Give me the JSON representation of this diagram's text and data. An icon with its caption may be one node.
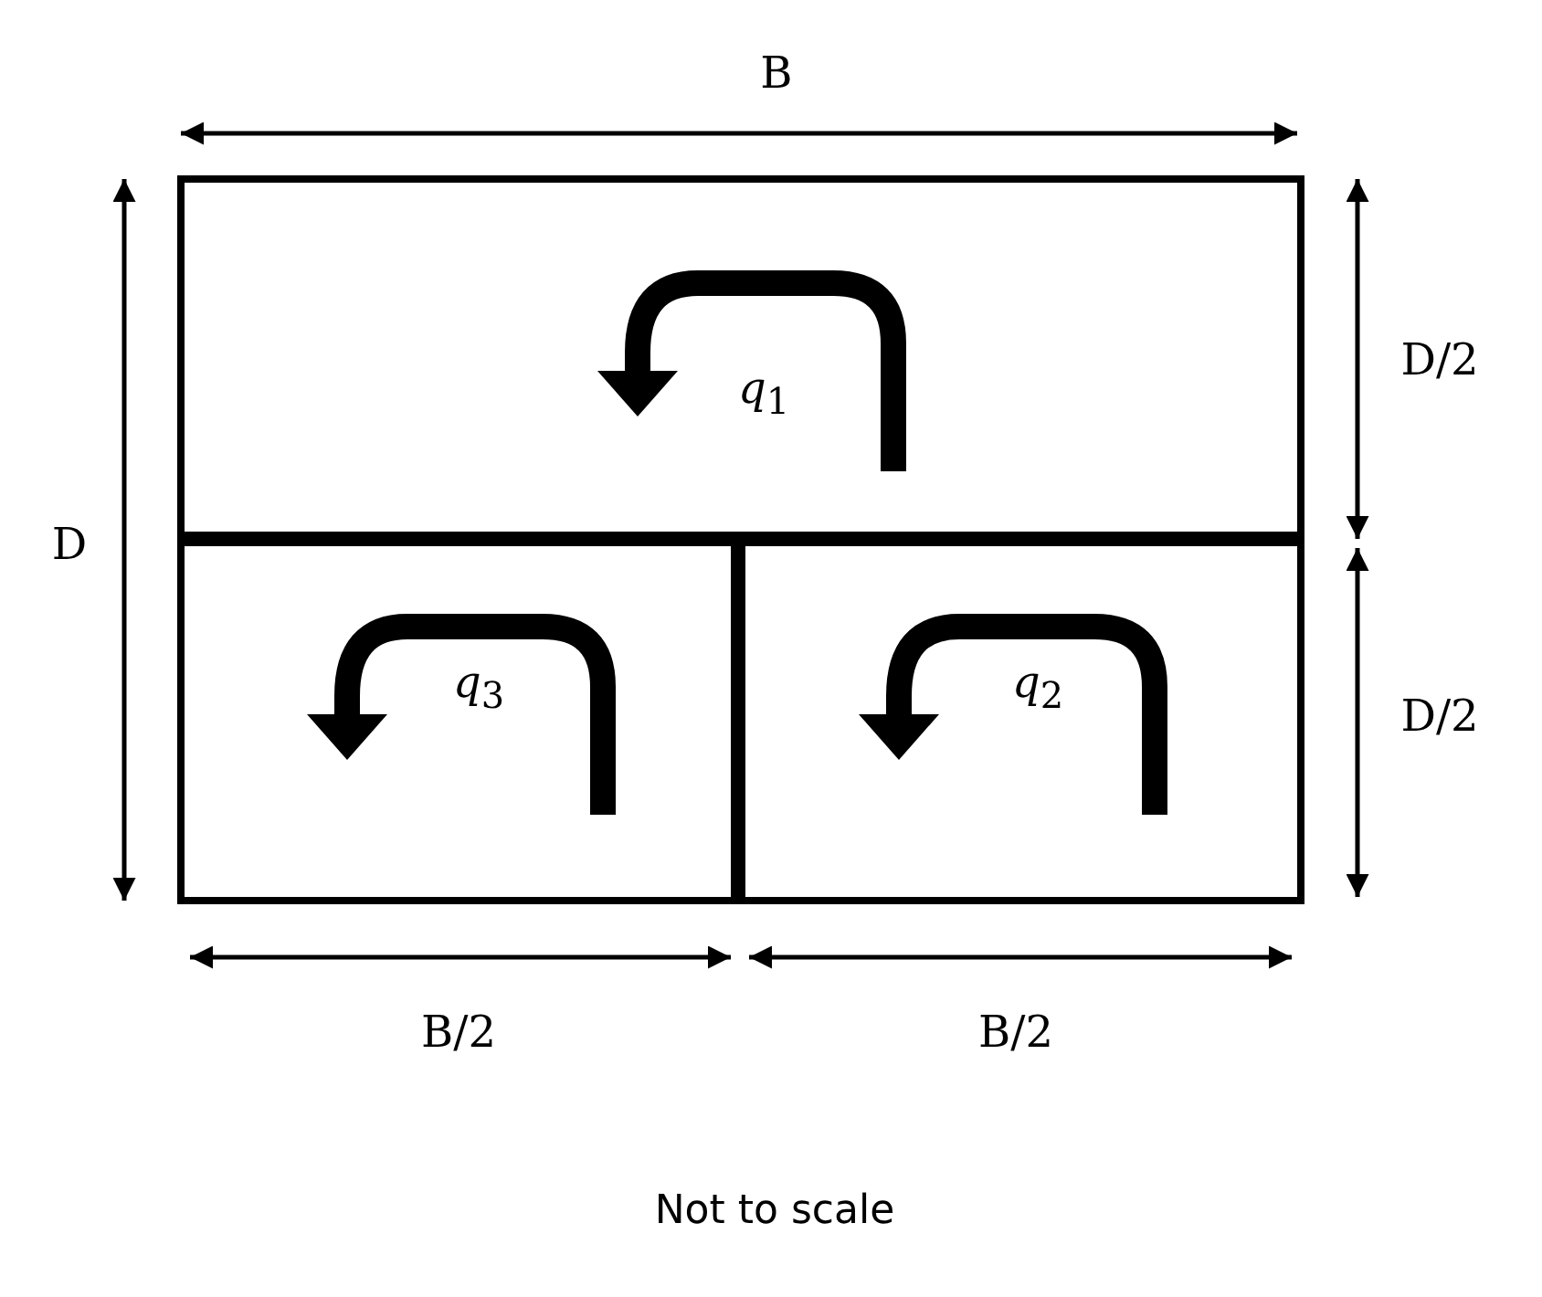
{
  "diagram": {
    "caption": "Not to scale",
    "nodes": [
      {
        "text": [
          "*q*$_{1}$"
        ]
      },
      {
        "text": [
          "*q*$_{3}$"
        ]
      },
      {
        "text": [
          "*q*$_{2}$"
        ]
      }
    ],
    "labels": [
      "B",
      "D",
      "D/2",
      "D/2",
      "B/2",
      "B/2"
    ]
  }
}
